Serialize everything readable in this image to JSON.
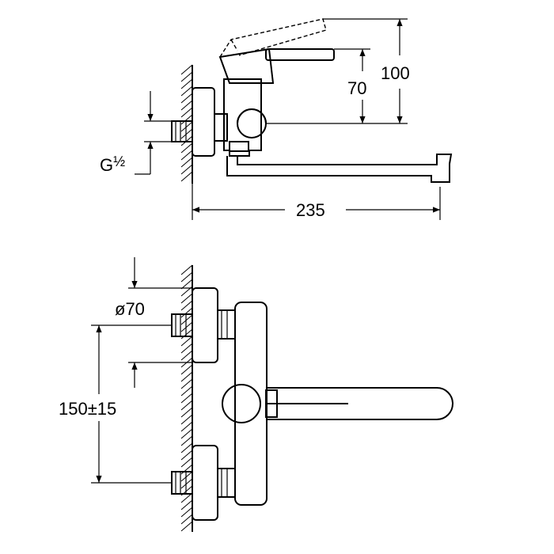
{
  "dimensions": {
    "height_lever": "100",
    "height_outlet": "70",
    "projection": "235",
    "thread": "G½",
    "thread_main": "G",
    "thread_frac": "½",
    "flange_diameter": "ø70",
    "centre_distance": "150±15"
  },
  "colors": {
    "line": "#000000",
    "background": "#ffffff"
  }
}
